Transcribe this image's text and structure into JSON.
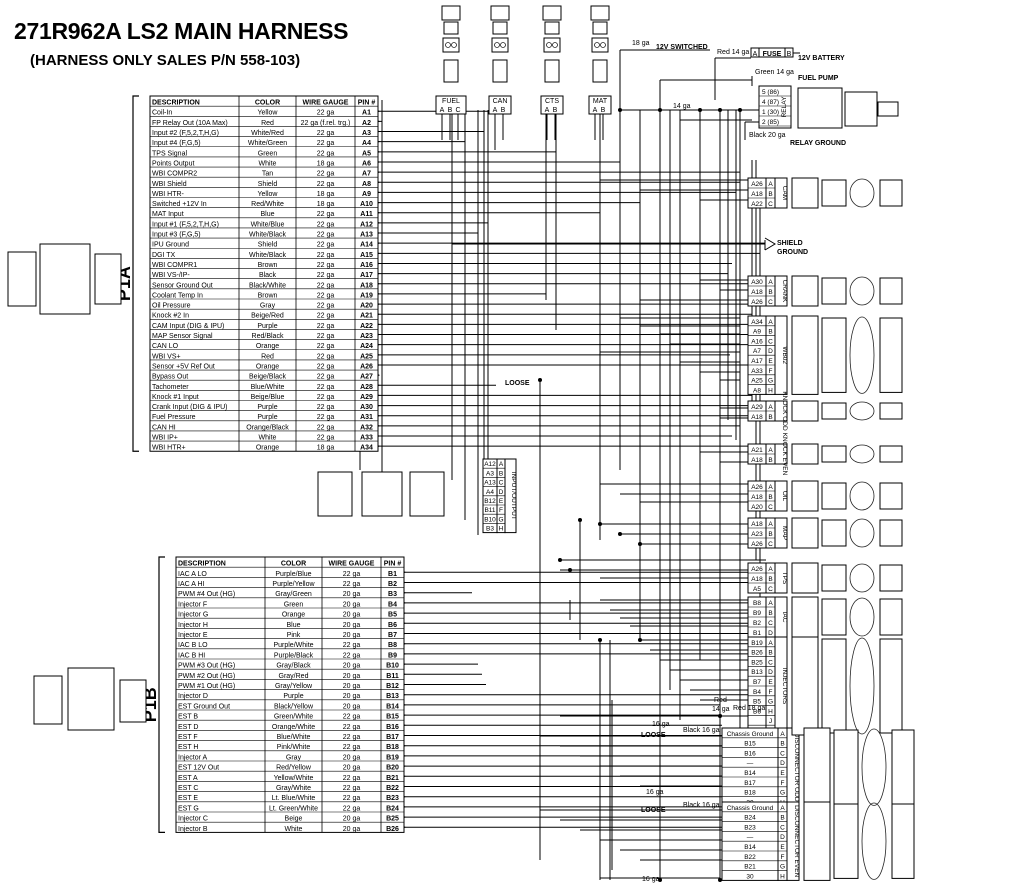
{
  "title": "271R962A LS2 MAIN HARNESS",
  "subtitle": "(HARNESS ONLY SALES P/N 558-103)",
  "table_headers": [
    "DESCRIPTION",
    "COLOR",
    "WIRE GAUGE",
    "PIN #"
  ],
  "p1a": {
    "label": "P1A",
    "rows": [
      [
        "Coil-In",
        "Yellow",
        "22 ga",
        "A1"
      ],
      [
        "FP Relay Out (10A Max)",
        "Red",
        "22 ga (f.rel. trg.)",
        "A2"
      ],
      [
        "Input #2 (F,5,2,T,H,G)",
        "White/Red",
        "22 ga",
        "A3"
      ],
      [
        "Input #4 (F,G,5)",
        "White/Green",
        "22 ga",
        "A4"
      ],
      [
        "TPS Signal",
        "Green",
        "22 ga",
        "A5"
      ],
      [
        "Points Output",
        "White",
        "18 ga",
        "A6"
      ],
      [
        "WBI COMPR2",
        "Tan",
        "22 ga",
        "A7"
      ],
      [
        "WBI Shield",
        "Shield",
        "22 ga",
        "A8"
      ],
      [
        "WBI HTR-",
        "Yellow",
        "18 ga",
        "A9"
      ],
      [
        "Switched +12V In",
        "Red/White",
        "18 ga",
        "A10"
      ],
      [
        "MAT Input",
        "Blue",
        "22 ga",
        "A11"
      ],
      [
        "Input #1 (F,5,2,T,H,G)",
        "White/Blue",
        "22 ga",
        "A12"
      ],
      [
        "Input #3 (F,G,5)",
        "White/Black",
        "22 ga",
        "A13"
      ],
      [
        "IPU Ground",
        "Shield",
        "22 ga",
        "A14"
      ],
      [
        "DGI TX",
        "White/Black",
        "22 ga",
        "A15"
      ],
      [
        "WBI COMPR1",
        "Brown",
        "22 ga",
        "A16"
      ],
      [
        "WBI VS-/IP-",
        "Black",
        "22 ga",
        "A17"
      ],
      [
        "Sensor Ground Out",
        "Black/White",
        "22 ga",
        "A18"
      ],
      [
        "Coolant Temp In",
        "Brown",
        "22 ga",
        "A19"
      ],
      [
        "Oil Pressure",
        "Gray",
        "22 ga",
        "A20"
      ],
      [
        "Knock #2 In",
        "Beige/Red",
        "22 ga",
        "A21"
      ],
      [
        "CAM Input (DIG & IPU)",
        "Purple",
        "22 ga",
        "A22"
      ],
      [
        "MAP Sensor Signal",
        "Red/Black",
        "22 ga",
        "A23"
      ],
      [
        "CAN LO",
        "Orange",
        "22 ga",
        "A24"
      ],
      [
        "WBI VS+",
        "Red",
        "22 ga",
        "A25"
      ],
      [
        "Sensor +5V Ref Out",
        "Orange",
        "22 ga",
        "A26"
      ],
      [
        "Bypass Out",
        "Beige/Black",
        "22 ga",
        "A27"
      ],
      [
        "Tachometer",
        "Blue/White",
        "22 ga",
        "A28"
      ],
      [
        "Knock #1 Input",
        "Beige/Blue",
        "22 ga",
        "A29"
      ],
      [
        "Crank Input (DIG & IPU)",
        "Purple",
        "22 ga",
        "A30"
      ],
      [
        "Fuel Pressure",
        "Purple",
        "22 ga",
        "A31"
      ],
      [
        "CAN HI",
        "Orange/Black",
        "22 ga",
        "A32"
      ],
      [
        "WBI IP+",
        "White",
        "22 ga",
        "A33"
      ],
      [
        "WBI HTR+",
        "Orange",
        "18 ga",
        "A34"
      ]
    ]
  },
  "p1b": {
    "label": "P1B",
    "rows": [
      [
        "IAC A LO",
        "Purple/Blue",
        "22 ga",
        "B1"
      ],
      [
        "IAC A HI",
        "Purple/Yellow",
        "22 ga",
        "B2"
      ],
      [
        "PWM #4 Out (HG)",
        "Gray/Green",
        "20 ga",
        "B3"
      ],
      [
        "Injector F",
        "Green",
        "20 ga",
        "B4"
      ],
      [
        "Injector G",
        "Orange",
        "20 ga",
        "B5"
      ],
      [
        "Injector H",
        "Blue",
        "20 ga",
        "B6"
      ],
      [
        "Injector E",
        "Pink",
        "20 ga",
        "B7"
      ],
      [
        "IAC B LO",
        "Purple/White",
        "22 ga",
        "B8"
      ],
      [
        "IAC B HI",
        "Purple/Black",
        "22 ga",
        "B9"
      ],
      [
        "PWM #3 Out (HG)",
        "Gray/Black",
        "20 ga",
        "B10"
      ],
      [
        "PWM #2 Out (HG)",
        "Gray/Red",
        "20 ga",
        "B11"
      ],
      [
        "PWM #1 Out (HG)",
        "Gray/Yellow",
        "20 ga",
        "B12"
      ],
      [
        "Injector D",
        "Purple",
        "20 ga",
        "B13"
      ],
      [
        "EST Ground Out",
        "Black/Yellow",
        "20 ga",
        "B14"
      ],
      [
        "EST B",
        "Green/White",
        "22 ga",
        "B15"
      ],
      [
        "EST D",
        "Orange/White",
        "22 ga",
        "B16"
      ],
      [
        "EST F",
        "Blue/White",
        "22 ga",
        "B17"
      ],
      [
        "EST H",
        "Pink/White",
        "22 ga",
        "B18"
      ],
      [
        "Injector A",
        "Gray",
        "20 ga",
        "B19"
      ],
      [
        "EST 12V Out",
        "Red/Yellow",
        "20 ga",
        "B20"
      ],
      [
        "EST A",
        "Yellow/White",
        "22 ga",
        "B21"
      ],
      [
        "EST C",
        "Gray/White",
        "22 ga",
        "B22"
      ],
      [
        "EST E",
        "Lt. Blue/White",
        "22 ga",
        "B23"
      ],
      [
        "EST G",
        "Lt. Green/White",
        "22 ga",
        "B24"
      ],
      [
        "Injector C",
        "Beige",
        "20 ga",
        "B25"
      ],
      [
        "Injector B",
        "White",
        "20 ga",
        "B26"
      ]
    ]
  },
  "top_connectors": [
    {
      "name": "FUEL",
      "pins": [
        "A",
        "B",
        "C"
      ]
    },
    {
      "name": "CAN",
      "pins": [
        "A",
        "B"
      ]
    },
    {
      "name": "CTS",
      "pins": [
        "A",
        "B"
      ]
    },
    {
      "name": "MAT",
      "pins": [
        "A",
        "B"
      ]
    }
  ],
  "power": {
    "switched_label": "12V SWITCHED",
    "switched_gauge": "18 ga",
    "battery_label": "12V BATTERY",
    "fuse_label": "FUSE",
    "fuse_pin_a": "A",
    "fuse_pin_b": "B",
    "red14": "Red 14 ga",
    "green14": "Green 14 ga",
    "fuel_pump_label": "FUEL PUMP",
    "relay_label": "RELAY",
    "relay_pins": [
      "5 (86)",
      "4 (87)",
      "1 (30)",
      "2 (85)"
    ],
    "black20": "Black 20 ga",
    "relay_ground_label": "RELAY GROUND",
    "gauge_14": "14 ga"
  },
  "shield_ground": [
    "SHIELD",
    "GROUND"
  ],
  "loose_labels": [
    "LOOSE",
    "LOOSE",
    "LOOSE"
  ],
  "right_connectors": [
    {
      "name": "CAM",
      "rows": [
        [
          "A26",
          "A"
        ],
        [
          "A18",
          "B"
        ],
        [
          "A22",
          "C"
        ]
      ]
    },
    {
      "name": "CRANK",
      "rows": [
        [
          "A30",
          "A"
        ],
        [
          "A18",
          "B"
        ],
        [
          "A26",
          "C"
        ]
      ]
    },
    {
      "name": "WB02",
      "rows": [
        [
          "A34",
          "A"
        ],
        [
          "A9",
          "B"
        ],
        [
          "A16",
          "C"
        ],
        [
          "A7",
          "D"
        ],
        [
          "A17",
          "E"
        ],
        [
          "A33",
          "F"
        ],
        [
          "A25",
          "G"
        ],
        [
          "A8",
          "H"
        ]
      ]
    },
    {
      "name": "KNOCK ODD",
      "rows": [
        [
          "A29",
          "A"
        ],
        [
          "A18",
          "B"
        ]
      ]
    },
    {
      "name": "KNOCK EVEN",
      "rows": [
        [
          "A21",
          "A"
        ],
        [
          "A18",
          "B"
        ]
      ]
    },
    {
      "name": "OIL",
      "rows": [
        [
          "A26",
          "A"
        ],
        [
          "A18",
          "B"
        ],
        [
          "A20",
          "C"
        ]
      ]
    },
    {
      "name": "MAP",
      "rows": [
        [
          "A18",
          "A"
        ],
        [
          "A23",
          "B"
        ],
        [
          "A26",
          "C"
        ]
      ]
    },
    {
      "name": "TPS",
      "rows": [
        [
          "A26",
          "A"
        ],
        [
          "A18",
          "B"
        ],
        [
          "A5",
          "C"
        ]
      ]
    },
    {
      "name": "IAC",
      "rows": [
        [
          "B8",
          "A"
        ],
        [
          "B9",
          "B"
        ],
        [
          "B2",
          "C"
        ],
        [
          "B1",
          "D"
        ]
      ]
    },
    {
      "name": "INJECTORS",
      "rows": [
        [
          "B19",
          "A"
        ],
        [
          "B26",
          "B"
        ],
        [
          "B25",
          "C"
        ],
        [
          "B13",
          "D"
        ],
        [
          "B7",
          "E"
        ],
        [
          "B4",
          "F"
        ],
        [
          "B5",
          "G"
        ],
        [
          "B6",
          "H"
        ],
        [
          "",
          "J"
        ],
        [
          "",
          "K"
        ]
      ]
    },
    {
      "name": "DISCONNECTOR ODD",
      "rows": [
        [
          "Chassis Ground",
          "A"
        ],
        [
          "B15",
          "B"
        ],
        [
          "B16",
          "C"
        ],
        [
          "—",
          "D"
        ],
        [
          "B14",
          "E"
        ],
        [
          "B17",
          "F"
        ],
        [
          "B18",
          "G"
        ],
        [
          "30",
          "H"
        ]
      ]
    },
    {
      "name": "DISCONNECTOR EVEN",
      "rows": [
        [
          "Chassis Ground",
          "A"
        ],
        [
          "B24",
          "B"
        ],
        [
          "B23",
          "C"
        ],
        [
          "—",
          "D"
        ],
        [
          "B14",
          "E"
        ],
        [
          "B22",
          "F"
        ],
        [
          "B21",
          "G"
        ],
        [
          "30",
          "H"
        ]
      ]
    }
  ],
  "input_output": {
    "name": "INPUT/OUTPUT",
    "rows": [
      [
        "A12",
        "A"
      ],
      [
        "A3",
        "B"
      ],
      [
        "A13",
        "C"
      ],
      [
        "A4",
        "D"
      ],
      [
        "B12",
        "E"
      ],
      [
        "B11",
        "F"
      ],
      [
        "B10",
        "G"
      ],
      [
        "B3",
        "H"
      ]
    ]
  },
  "misc_labels": {
    "red14": "Red\n14 ga",
    "red18": "Red 18 ga",
    "black16": "Black 16 ga",
    "ga16": "16 ga"
  }
}
